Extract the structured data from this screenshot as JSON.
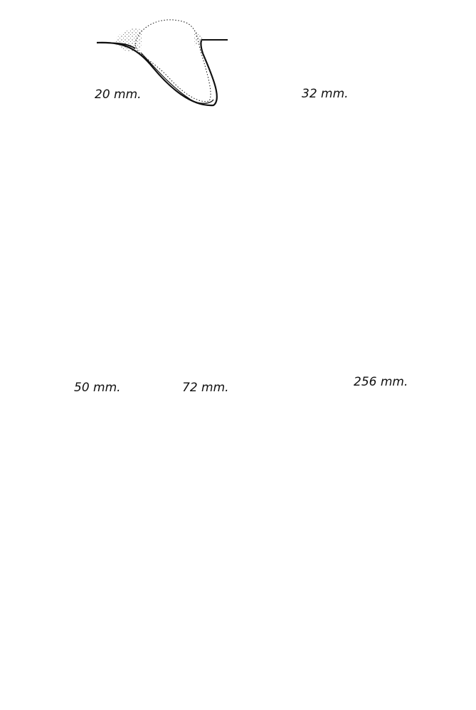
{
  "labels": {
    "stage_20": "20 mm.",
    "stage_32": "32 mm.",
    "stage_50": "50 mm.",
    "stage_72": "72 mm.",
    "stage_256": "256 mm."
  },
  "colors": {
    "ink": "#111111",
    "paper": "#ffffff"
  }
}
